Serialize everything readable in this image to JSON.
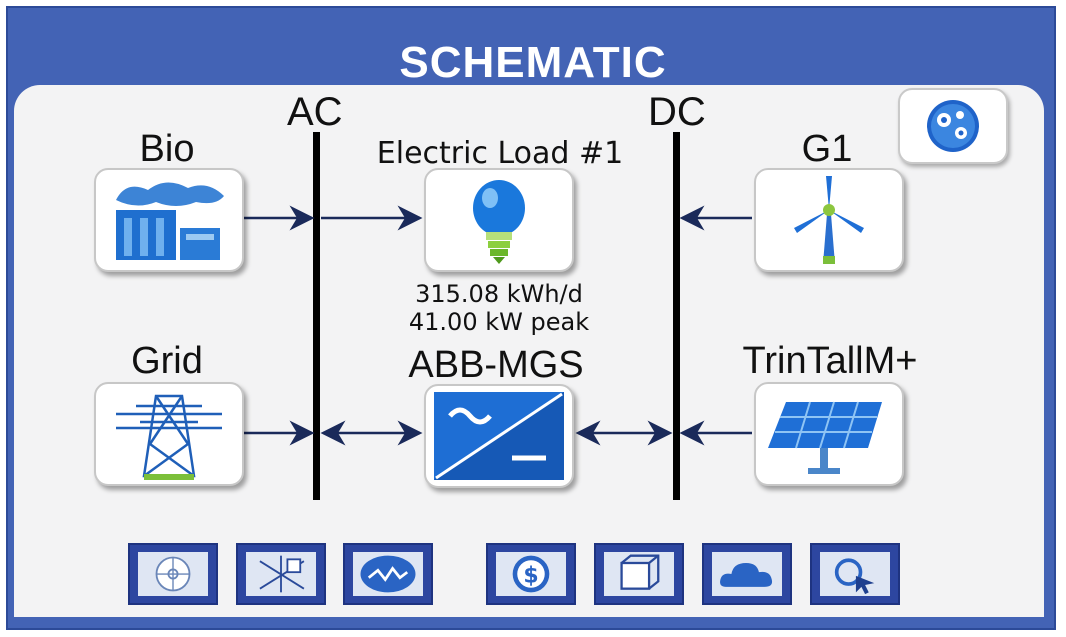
{
  "header": {
    "title": "SCHEMATIC"
  },
  "buses": {
    "ac_label": "AC",
    "dc_label": "DC"
  },
  "components": {
    "bio": {
      "label": "Bio",
      "icon": "biomass-plant-icon"
    },
    "grid": {
      "label": "Grid",
      "icon": "power-tower-icon"
    },
    "electric_load": {
      "label": "Electric Load #1",
      "icon": "light-bulb-icon",
      "energy": "315.08 kWh/d",
      "peak": "41.00 kW peak"
    },
    "converter": {
      "label": "ABB-MGS",
      "icon": "converter-icon"
    },
    "wind": {
      "label": "G1",
      "icon": "wind-turbine-icon"
    },
    "pv": {
      "label": "TrinTallM+",
      "icon": "solar-panel-icon"
    }
  },
  "toolbar": {
    "buttons": [
      {
        "name": "compass-icon"
      },
      {
        "name": "sensitivity-icon"
      },
      {
        "name": "waveform-icon"
      },
      {
        "name": "dollar-icon"
      },
      {
        "name": "box-icon"
      },
      {
        "name": "cloud-icon"
      },
      {
        "name": "search-cursor-icon"
      }
    ]
  },
  "colors": {
    "frame_blue": "#4363b5",
    "icon_blue": "#1c6fd0",
    "toolbar_blue": "#2d46a0"
  }
}
